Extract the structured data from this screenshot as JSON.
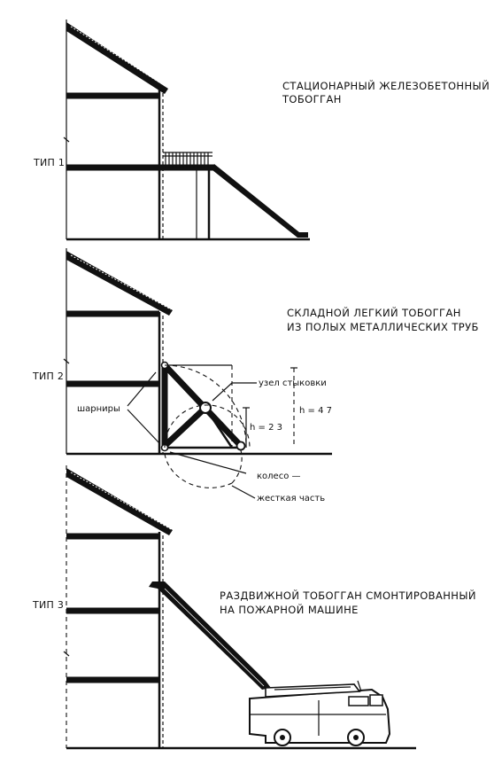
{
  "type1": {
    "label": "ТИП 1",
    "caption_line1": "СТАЦИОНАРНЫЙ ЖЕЛЕЗОБЕТОННЫЙ",
    "caption_line2": "ТОБОГГАН"
  },
  "type2": {
    "label": "ТИП 2",
    "caption_line1": "СКЛАДНОЙ ЛЕГКИЙ ТОБОГГАН",
    "caption_line2": "ИЗ ПОЛЫХ МЕТАЛЛИЧЕСКИХ ТРУБ",
    "hinges": "шарниры",
    "joint_node": "узел стыковки",
    "height_small": "h = 2 3",
    "height_large": "h = 4 7",
    "wheel": "колесо —",
    "rigid_part": "жесткая часть"
  },
  "type3": {
    "label": "ТИП 3",
    "caption_line1": "РАЗДВИЖНОЙ ТОБОГГАН СМОНТИРОВАННЫЙ",
    "caption_line2": "НА ПОЖАРНОЙ МАШИНЕ"
  }
}
